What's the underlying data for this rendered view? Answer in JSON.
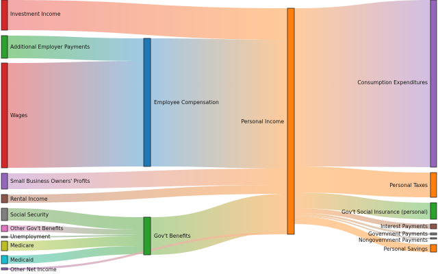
{
  "chart_data": {
    "type": "sankey",
    "nodes": [
      {
        "id": "investment_income",
        "label": "Investment Income",
        "color": "#d62728"
      },
      {
        "id": "additional_employer_payments",
        "label": "Additional Employer Payments",
        "color": "#2ca02c"
      },
      {
        "id": "wages",
        "label": "Wages",
        "color": "#d62728"
      },
      {
        "id": "small_business_owners_profits",
        "label": "Small Business Owners' Profits",
        "color": "#9467bd"
      },
      {
        "id": "rental_income",
        "label": "Rental Income",
        "color": "#8c564b"
      },
      {
        "id": "social_security",
        "label": "Social Security",
        "color": "#7f7f7f"
      },
      {
        "id": "other_govt_benefits",
        "label": "Other Gov't Benefits",
        "color": "#e377c2"
      },
      {
        "id": "unemployment",
        "label": "Unemployment",
        "color": "#7f7f7f"
      },
      {
        "id": "medicare",
        "label": "Medicare",
        "color": "#bcbd22"
      },
      {
        "id": "medicaid",
        "label": "Medicaid",
        "color": "#17becf"
      },
      {
        "id": "other_net_income",
        "label": "Other Net Income",
        "color": "#9467bd"
      },
      {
        "id": "employee_compensation",
        "label": "Employee Compensation",
        "color": "#1f77b4"
      },
      {
        "id": "govt_benefits",
        "label": "Gov't Benefits",
        "color": "#2ca02c"
      },
      {
        "id": "personal_income",
        "label": "Personal Income",
        "color": "#ff7f0e"
      },
      {
        "id": "consumption_expenditures",
        "label": "Consumption Expenditures",
        "color": "#9467bd"
      },
      {
        "id": "personal_taxes",
        "label": "Personal Taxes",
        "color": "#ff7f0e"
      },
      {
        "id": "govt_social_insurance",
        "label": "Gov't Social Insurance (personal)",
        "color": "#2ca02c"
      },
      {
        "id": "interest_payments",
        "label": "Interest Payments",
        "color": "#8c564b"
      },
      {
        "id": "government_payments",
        "label": "Government Payments",
        "color": "#7f7f7f"
      },
      {
        "id": "nongovernment_payments",
        "label": "Nongovernment Payments",
        "color": "#7f7f7f"
      },
      {
        "id": "personal_savings",
        "label": "Personal Savings",
        "color": "#ff7f0e"
      }
    ],
    "links": [
      {
        "source": "additional_employer_payments",
        "target": "employee_compensation",
        "value": 13
      },
      {
        "source": "wages",
        "target": "employee_compensation",
        "value": 62
      },
      {
        "source": "social_security",
        "target": "govt_benefits",
        "value": 7
      },
      {
        "source": "other_govt_benefits",
        "target": "govt_benefits",
        "value": 3
      },
      {
        "source": "unemployment",
        "target": "govt_benefits",
        "value": 0.4
      },
      {
        "source": "medicare",
        "target": "govt_benefits",
        "value": 6
      },
      {
        "source": "medicaid",
        "target": "govt_benefits",
        "value": 5
      },
      {
        "source": "investment_income",
        "target": "personal_income",
        "value": 18
      },
      {
        "source": "employee_compensation",
        "target": "personal_income",
        "value": 75
      },
      {
        "source": "small_business_owners_profits",
        "target": "personal_income",
        "value": 10
      },
      {
        "source": "rental_income",
        "target": "personal_income",
        "value": 5
      },
      {
        "source": "govt_benefits",
        "target": "personal_income",
        "value": 22
      },
      {
        "source": "other_net_income",
        "target": "personal_income",
        "value": 0.8
      },
      {
        "source": "personal_income",
        "target": "consumption_expenditures",
        "value": 92
      },
      {
        "source": "personal_income",
        "target": "personal_taxes",
        "value": 15
      },
      {
        "source": "personal_income",
        "target": "govt_social_insurance",
        "value": 9
      },
      {
        "source": "personal_income",
        "target": "interest_payments",
        "value": 2.5
      },
      {
        "source": "personal_income",
        "target": "government_payments",
        "value": 0.9
      },
      {
        "source": "personal_income",
        "target": "nongovernment_payments",
        "value": 0.8
      },
      {
        "source": "personal_income",
        "target": "personal_savings",
        "value": 4.5
      }
    ]
  },
  "labels": {
    "investment_income": "Investment Income",
    "additional_employer_payments": "Additional Employer Payments",
    "wages": "Wages",
    "small_business_owners_profits": "Small Business Owners' Profits",
    "rental_income": "Rental Income",
    "social_security": "Social Security",
    "other_govt_benefits": "Other Gov't Benefits",
    "unemployment": "Unemployment",
    "medicare": "Medicare",
    "medicaid": "Medicaid",
    "other_net_income": "Other Net Income",
    "employee_compensation": "Employee Compensation",
    "govt_benefits": "Gov't Benefits",
    "personal_income": "Personal Income",
    "consumption_expenditures": "Consumption Expenditures",
    "personal_taxes": "Personal Taxes",
    "govt_social_insurance": "Gov't Social Insurance (personal)",
    "interest_payments": "Interest Payments",
    "government_payments": "Government Payments",
    "nongovernment_payments": "Nongovernment Payments",
    "personal_savings": "Personal Savings"
  }
}
